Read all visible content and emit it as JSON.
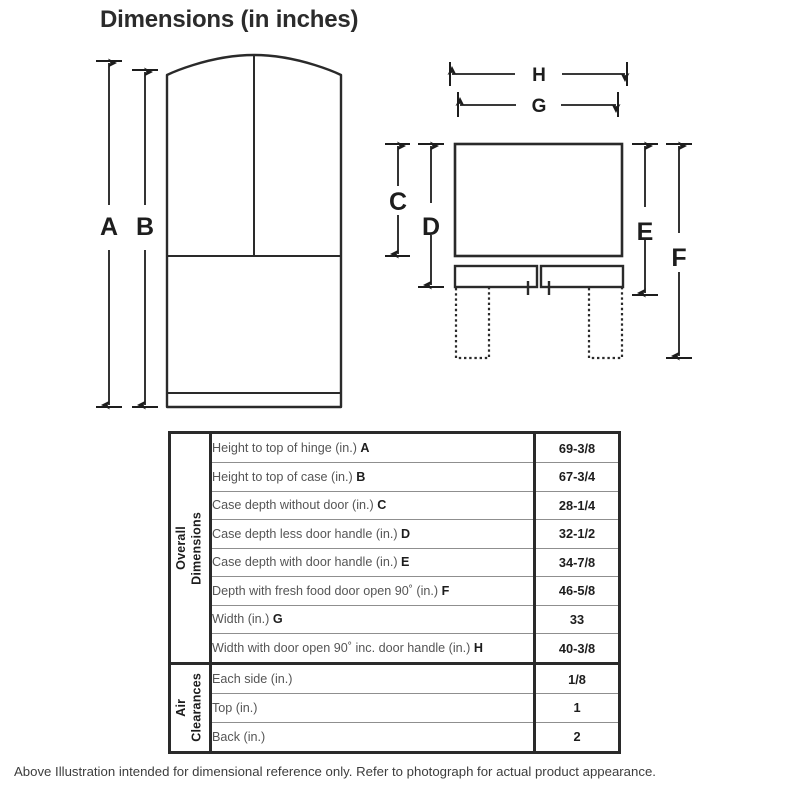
{
  "page": {
    "title": "Dimensions (in inches)",
    "footnote": "Above Illustration intended for dimensional reference only. Refer to photograph for actual product appearance."
  },
  "colors": {
    "background": "#ffffff",
    "line": "#2a2a2a",
    "label_text": "#555555",
    "value_text": "#1d1d1d",
    "title_text": "#2b2b2b",
    "row_divider": "#8f8f8f"
  },
  "diagram": {
    "front_view": {
      "name": "front elevation of french-door refrigerator",
      "dimension_letters": [
        "A",
        "B"
      ]
    },
    "top_view": {
      "name": "top plan view with doors open 90 degrees",
      "dimension_letters": [
        "H",
        "G",
        "C",
        "D",
        "E",
        "F"
      ]
    }
  },
  "table": {
    "groups": [
      {
        "label": "Overall\nDimensions",
        "rows": [
          {
            "description": "Height to top of hinge (in.)",
            "letter": "A",
            "value": "69-3/8"
          },
          {
            "description": "Height to top of case (in.)",
            "letter": "B",
            "value": "67-3/4"
          },
          {
            "description": "Case depth without door (in.)",
            "letter": "C",
            "value": "28-1/4"
          },
          {
            "description": "Case depth less door handle (in.)",
            "letter": "D",
            "value": "32-1/2"
          },
          {
            "description": "Case depth with door handle (in.)",
            "letter": "E",
            "value": "34-7/8"
          },
          {
            "description": "Depth with fresh food door open 90˚ (in.)",
            "letter": "F",
            "value": "46-5/8"
          },
          {
            "description": "Width (in.)",
            "letter": "G",
            "value": "33"
          },
          {
            "description": "Width with door open 90˚ inc. door handle (in.)",
            "letter": "H",
            "value": "40-3/8"
          }
        ]
      },
      {
        "label": "Air\nClearances",
        "rows": [
          {
            "description": "Each side (in.)",
            "letter": "",
            "value": "1/8"
          },
          {
            "description": "Top (in.)",
            "letter": "",
            "value": "1"
          },
          {
            "description": "Back (in.)",
            "letter": "",
            "value": "2"
          }
        ]
      }
    ]
  }
}
